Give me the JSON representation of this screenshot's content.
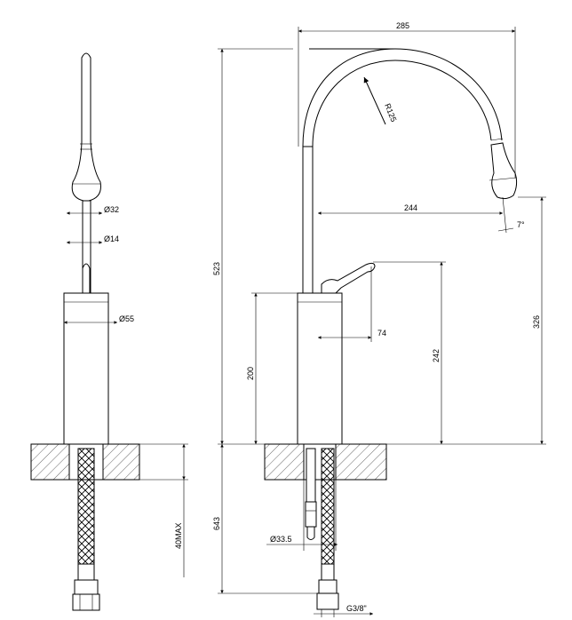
{
  "drawing": {
    "side_view": {
      "dims": {
        "spout_diameter": "Ø32",
        "stem_diameter": "Ø14",
        "body_diameter": "Ø55",
        "deck_thickness": "40MAX"
      }
    },
    "front_view": {
      "dims": {
        "reach_total": "285",
        "spout_radius": "R125",
        "spout_reach": "244",
        "spout_angle": "7°",
        "total_height": "523",
        "spout_height": "326",
        "lever_height": "242",
        "body_height": "200",
        "lever_length": "74",
        "hose_length": "643",
        "hole_diameter": "Ø33.5",
        "connection": "G3/8\""
      }
    },
    "colors": {
      "line": "#000000",
      "background": "#ffffff"
    }
  }
}
